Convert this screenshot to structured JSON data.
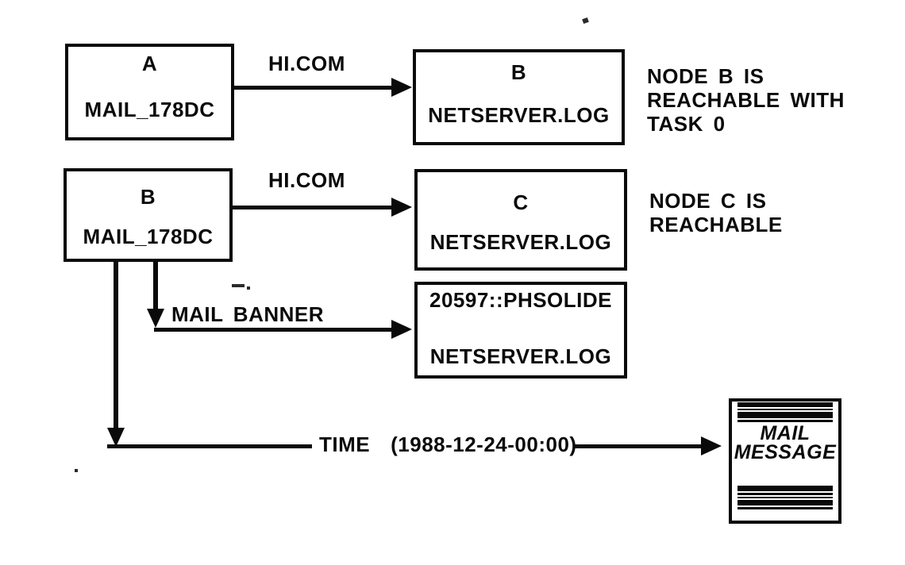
{
  "figure": {
    "boxes": [
      {
        "title": "A",
        "subtitle": "MAIL_178DC"
      },
      {
        "title": "B",
        "subtitle": "NETSERVER.LOG"
      },
      {
        "title": "B",
        "subtitle": "MAIL_178DC"
      },
      {
        "title": "C",
        "subtitle": "NETSERVER.LOG"
      },
      {
        "title": "20597::PHSOLIDE",
        "subtitle": "NETSERVER.LOG"
      }
    ],
    "edge_labels": {
      "a_to_b": "HI.COM",
      "b_to_c": "HI.COM",
      "mail_banner": "MAIL BANNER",
      "time_label": "TIME",
      "time_value": "(1988-12-24-00:00)"
    },
    "annotations": [
      {
        "lines": [
          "NODE B IS",
          "REACHABLE WITH",
          "TASK 0"
        ]
      },
      {
        "lines": [
          "NODE C IS",
          "REACHABLE"
        ]
      }
    ],
    "mail_message": {
      "line1": "MAIL",
      "line2": "MESSAGE"
    },
    "colors": {
      "ink": "#0a0a0a",
      "paper": "#ffffff"
    }
  }
}
